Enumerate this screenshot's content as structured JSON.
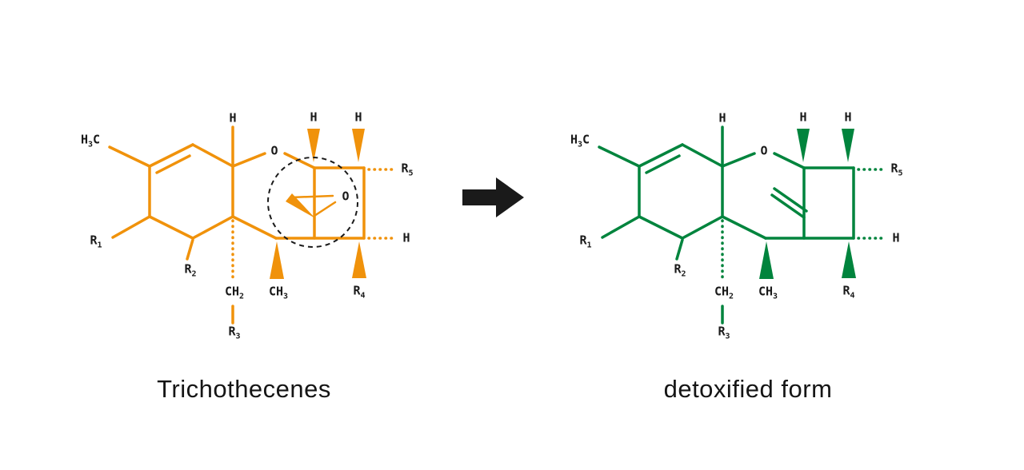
{
  "colors": {
    "toxin_orange": "#F0920B",
    "detox_green": "#00843D",
    "arrow_black": "#1A1A1A"
  },
  "labels": {
    "h3c": {
      "pre": "H",
      "sub": "3",
      "post": "C"
    },
    "h": "H",
    "o": "O",
    "r1": {
      "pre": "R",
      "sub": "1"
    },
    "r2": {
      "pre": "R",
      "sub": "2"
    },
    "r3": {
      "pre": "R",
      "sub": "3"
    },
    "r4": {
      "pre": "R",
      "sub": "4"
    },
    "r5": {
      "pre": "R",
      "sub": "5"
    },
    "ch2": {
      "pre": "CH",
      "sub": "2"
    },
    "ch3": {
      "pre": "CH",
      "sub": "3"
    }
  },
  "left": {
    "title": "Trichothecenes",
    "epoxide_oxygen": "O"
  },
  "right": {
    "title": "detoxified form"
  }
}
